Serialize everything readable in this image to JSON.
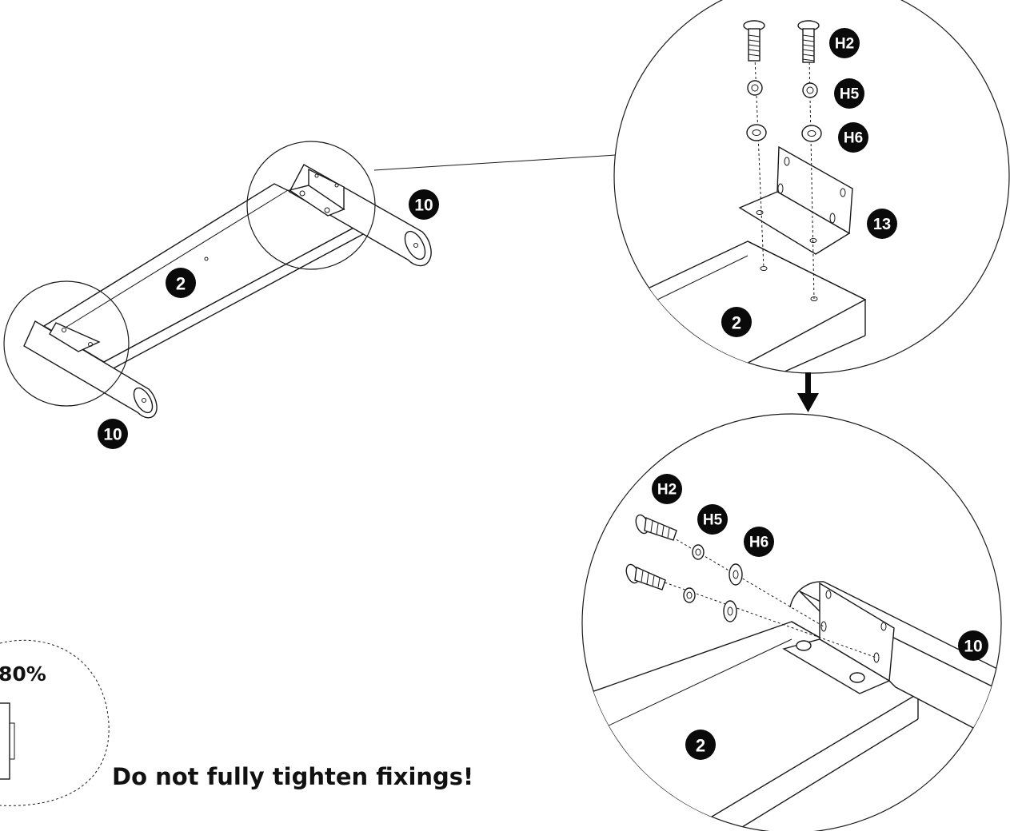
{
  "labels": {
    "part_2": "2",
    "part_10": "10",
    "part_13": "13",
    "screw_h2": "H2",
    "spring_washer_h5": "H5",
    "flat_washer_h6": "H6"
  },
  "torque_indicator": "80%",
  "warning_text": "Do not fully tighten fixings!",
  "colors": {
    "ink": "#1a1a1a",
    "badge": "#0a0a0a",
    "badge_text": "#ffffff"
  },
  "icons": {
    "step_arrow": "arrow-down-icon"
  }
}
